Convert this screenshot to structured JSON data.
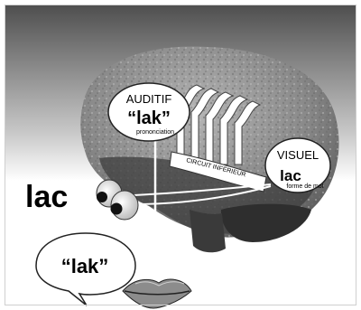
{
  "word": "lac",
  "speech_bubble": "“lak”",
  "auditory": {
    "title": "AUDITIF",
    "word": "“lak”",
    "caption": "prononciation"
  },
  "visual": {
    "title": "VISUEL",
    "word": "lac",
    "caption": "forme de mot"
  },
  "circuit_label": "CIRCUIT INFÉRIEUR",
  "colors": {
    "background_top": "#5a5a5a",
    "brain_dark": "#4a4a4a",
    "brain_light": "#9a9a9a",
    "cerebellum": "#2e2e2e",
    "bubble": "#ffffff"
  },
  "icons": [
    "brain-illustration",
    "eyes-icon",
    "mouth-icon",
    "waveform-icon"
  ]
}
